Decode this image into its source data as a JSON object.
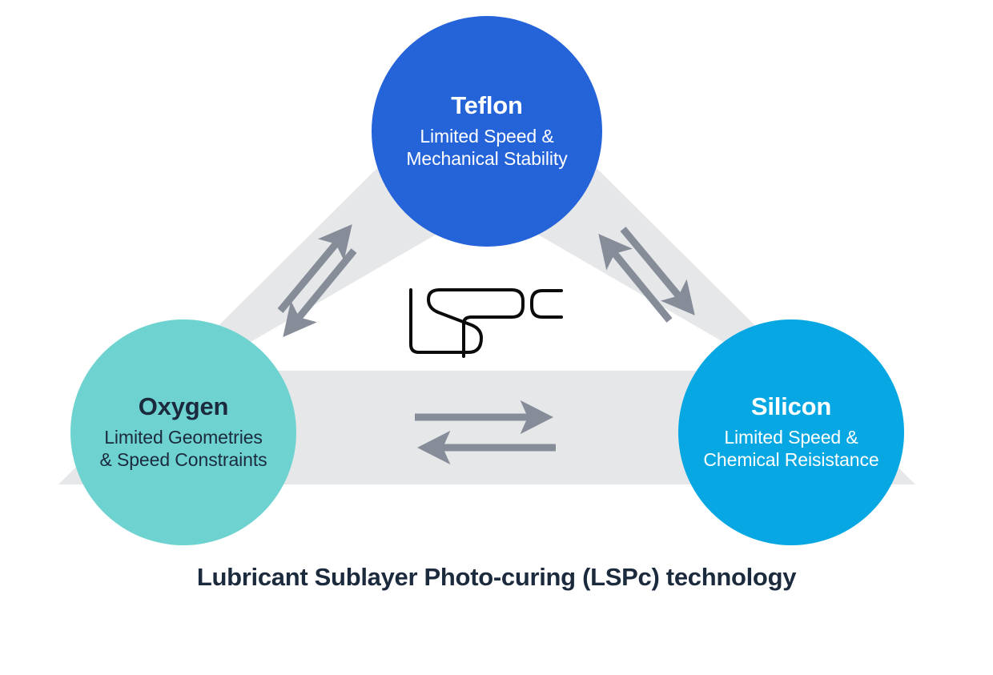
{
  "diagram": {
    "title": "Lubricant Sublayer Photo-curing (LSPc) technology",
    "center_logo": "LSPc",
    "shape": "triangle",
    "band_color": "#e6e7e9",
    "arrow_color": "#868d99",
    "background_color": "#ffffff",
    "nodes": [
      {
        "id": "teflon",
        "title": "Teflon",
        "subtitle_line1": "Limited Speed &",
        "subtitle_line2": "Mechanical Stability",
        "fill_color": "#2563d9",
        "text_color": "#ffffff"
      },
      {
        "id": "oxygen",
        "title": "Oxygen",
        "subtitle_line1": "Limited Geometries",
        "subtitle_line2": "& Speed Constraints",
        "fill_color": "#6ed3d0",
        "text_color": "#1b2a3d"
      },
      {
        "id": "silicon",
        "title": "Silicon",
        "subtitle_line1": "Limited Speed &",
        "subtitle_line2": "Chemical Reisistance",
        "fill_color": "#06a7e2",
        "text_color": "#ffffff"
      }
    ],
    "connections": [
      {
        "id": "oxygen-teflon",
        "bidirectional": true
      },
      {
        "id": "teflon-silicon",
        "bidirectional": true
      },
      {
        "id": "oxygen-silicon",
        "bidirectional": true
      }
    ]
  }
}
